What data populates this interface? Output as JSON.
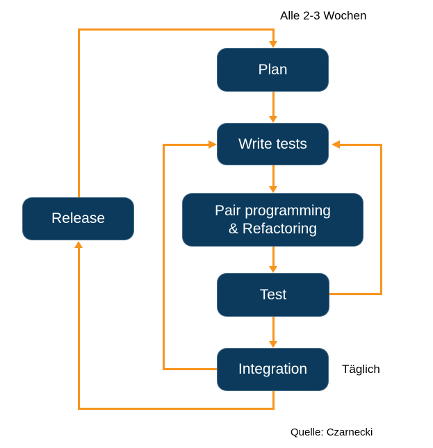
{
  "diagram": {
    "nodes": {
      "plan": {
        "label": "Plan"
      },
      "write_tests": {
        "label": "Write tests"
      },
      "pair_programming": {
        "label_line1": "Pair programming",
        "label_line2": "& Refactoring"
      },
      "test": {
        "label": "Test"
      },
      "integration": {
        "label": "Integration"
      },
      "release": {
        "label": "Release"
      }
    },
    "annotations": {
      "cycle": "Alle 2-3 Wochen",
      "daily": "Täglich",
      "source": "Quelle: Czarnecki"
    },
    "colors": {
      "node_fill": "#0b3a5c",
      "node_text": "#ffffff",
      "arrow": "#f7941d",
      "annotation_text": "#000000",
      "background": "#ffffff"
    }
  }
}
